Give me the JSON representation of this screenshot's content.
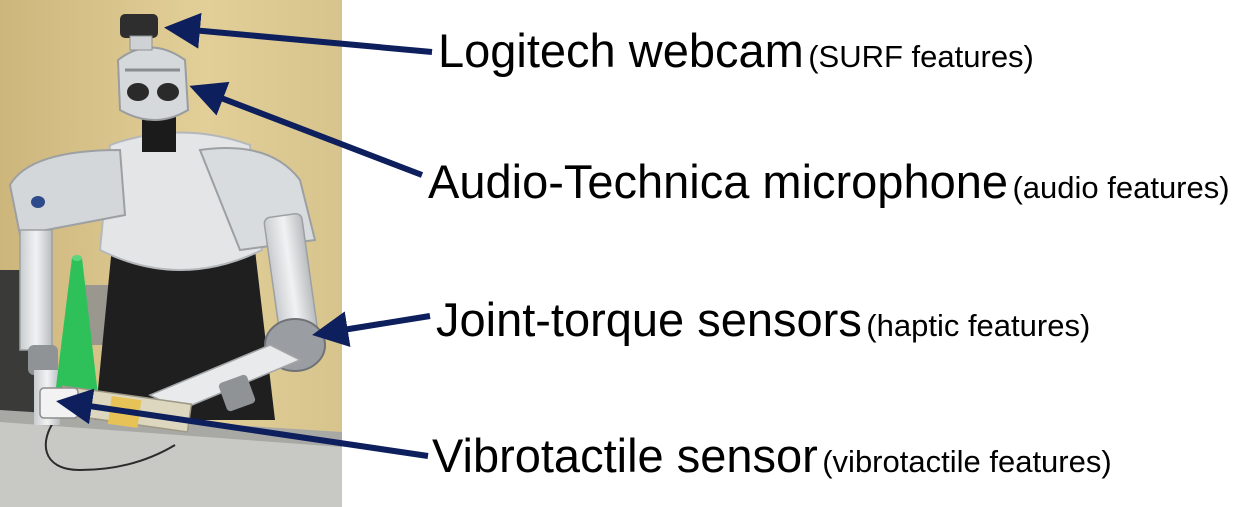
{
  "colors": {
    "arrow": "#0d1f5c",
    "wall": "#d9c48a",
    "robot_white": "#e4e6e7",
    "robot_gray": "#a9acaf",
    "robot_dark": "#2a2a2a",
    "cone": "#2ec15a",
    "table": "#c8c8c4"
  },
  "labels": [
    {
      "id": "webcam",
      "main": "Logitech webcam",
      "sub": "(SURF features)",
      "icon": "webcam-icon"
    },
    {
      "id": "microphone",
      "main": "Audio-Technica microphone",
      "sub": "(audio features)",
      "icon": "microphone-icon"
    },
    {
      "id": "torque",
      "main": "Joint-torque sensors",
      "sub": "(haptic features)",
      "icon": "joint-torque-sensor-icon"
    },
    {
      "id": "vibro",
      "main": "Vibrotactile sensor",
      "sub": "(vibrotactile features)",
      "icon": "vibrotactile-sensor-icon"
    }
  ]
}
